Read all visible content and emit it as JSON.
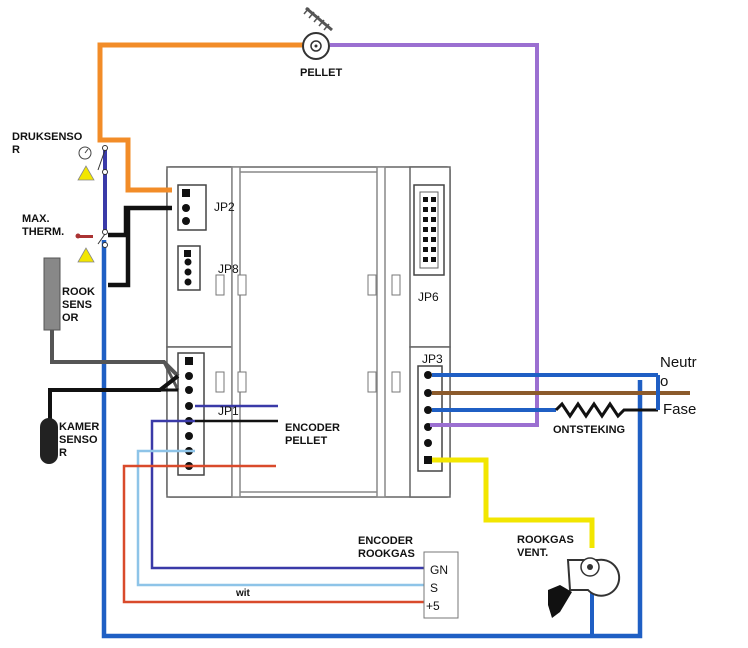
{
  "labels": {
    "pellet": "PELLET",
    "druksensor": "DRUKSENSO\nR",
    "max_therm": "MAX.\nTHERM.",
    "rook_sensor": "ROOK\nSENS\nOR",
    "kamer_sensor": "KAMER\nSENSO\nR",
    "jp2": "JP2",
    "jp8": "JP8",
    "jp6": "JP6",
    "jp3": "JP3",
    "jp1": "JP1",
    "encoder_pellet": "ENCODER\nPELLET",
    "encoder_rookgas": "ENCODER\nROOKGAS",
    "wit": "wit",
    "gn": "GN",
    "s": "S",
    "plus5": "+5",
    "rookgas_vent": "ROOKGAS\nVENT.",
    "ontsteking": "ONTSTEKING",
    "neutro": "Neutr\no",
    "fase": "Fase"
  },
  "colors": {
    "orange": "#f28c28",
    "purple": "#9b6fd1",
    "black": "#111111",
    "gray": "#555555",
    "blue": "#1f5fc4",
    "navy": "#3a3aa8",
    "brown": "#8b5a2b",
    "yellow": "#f2e600",
    "red": "#d94a2b",
    "light_blue": "#8ec4e8"
  }
}
